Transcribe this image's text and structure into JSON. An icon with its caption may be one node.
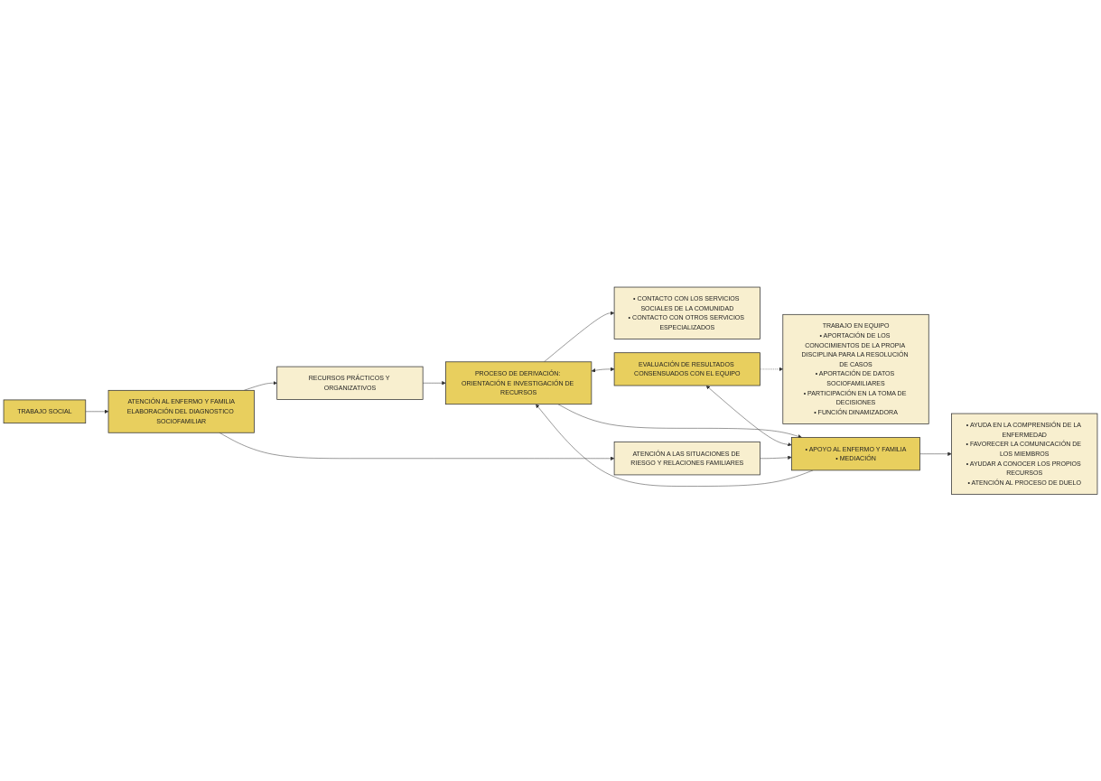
{
  "diagram": {
    "nodes": [
      {
        "text": [
          "TRABAJO SOCIAL"
        ]
      },
      {
        "text": [
          "ATENCIÓN AL ENFERMO Y FAMILIA",
          "ELABORACIÓN DEL DIAGNOSTICO SOCIOFAMILIAR"
        ]
      },
      {
        "text": [
          "PROCESO DE DERIVACIÓN: ORIENTACIÓN E INVESTIGACIÓN DE RECURSOS"
        ]
      },
      {
        "text": [
          "• CONTACTO CON LOS SERVICIOS SOCIALES DE LA COMUNIDAD",
          "• CONTACTO CON OTROS SERVICIOS ESPECIALIZADOS"
        ]
      },
      {
        "text": [
          "RECURSOS PRÁCTICOS Y ORGANIZATIVOS"
        ]
      },
      {
        "text": [
          "EVALUACIÓN DE RESULTADOS CONSENSUADOS CON EL EQUIPO"
        ]
      },
      {
        "text": [
          "ATENCIÓN A LAS SITUACIONES DE RIESGO Y RELACIONES FAMILIARES"
        ]
      },
      {
        "text": [
          "• AYUDA EN LA COMPRENSIÓN DE LA ENFERMEDAD",
          "• FAVORECER LA COMUNICACIÓN DE LOS MIEMBROS",
          "• AYUDAR A CONOCER LOS PROPIOS RECURSOS",
          "• ATENCIÓN AL PROCESO DE DUELO"
        ]
      },
      {
        "text": [
          "TRABAJO EN EQUIPO",
          "• APORTACIÓN DE LOS CONOCIMIENTOS DE LA PROPIA DISCIPLINA PARA LA RESOLUCIÓN DE CASOS",
          "• APORTACIÓN DE DATOS SOCIOFAMILIARES",
          "• PARTICIPACIÓN EN LA TOMA DE DECISIONES",
          "• FUNCIÓN DINAMIZADORA"
        ]
      },
      {
        "text": [
          "• APOYO AL ENFERMO Y FAMILIA",
          "• MEDIACIÓN"
        ]
      }
    ],
    "edges": [
      {
        "from": 0,
        "to": 1,
        "arrow": "to"
      },
      {
        "from": 1,
        "to": 4,
        "arrow": "to"
      },
      {
        "from": 1,
        "to": 6,
        "arrow": "to"
      },
      {
        "from": 4,
        "to": 2,
        "arrow": "to"
      },
      {
        "from": 2,
        "to": 3,
        "arrow": "to"
      },
      {
        "from": 9,
        "to": 2,
        "arrow": "to"
      },
      {
        "from": 2,
        "to": 9,
        "arrow": "to"
      },
      {
        "from": 2,
        "to": 5,
        "arrow": "both"
      },
      {
        "from": 5,
        "to": 9,
        "arrow": "both"
      },
      {
        "from": 6,
        "to": 9,
        "arrow": "to"
      },
      {
        "from": 9,
        "to": 7,
        "arrow": "to"
      },
      {
        "from": 5,
        "to": 8,
        "arrow": "to",
        "style": "dashed"
      }
    ]
  }
}
